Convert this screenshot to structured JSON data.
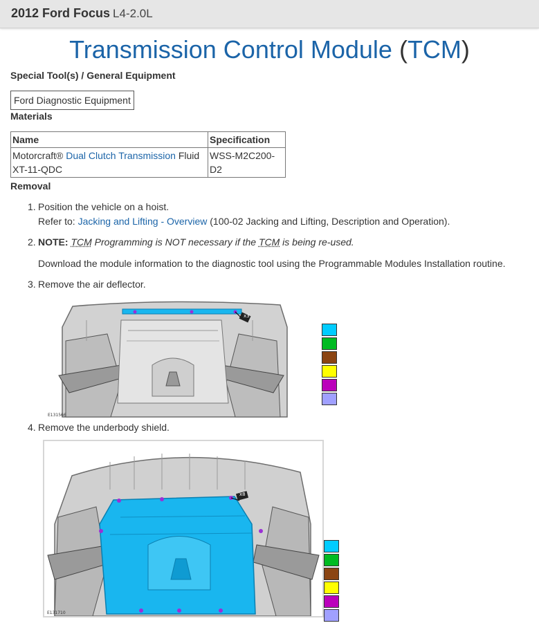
{
  "header": {
    "model": "2012 Ford Focus",
    "engine": "L4-2.0L"
  },
  "page": {
    "title_main": "Transmission Control Module",
    "title_abbr": "TCM"
  },
  "special_tools": {
    "heading": "Special Tool(s) / General Equipment",
    "items": [
      "Ford Diagnostic Equipment"
    ]
  },
  "materials": {
    "heading": "Materials",
    "columns": [
      "Name",
      "Specification"
    ],
    "rows": [
      {
        "name_prefix": "Motorcraft® ",
        "name_link": "Dual Clutch Transmission",
        "name_suffix": " Fluid",
        "name_line2": "XT-11-QDC",
        "spec": "WSS-M2C200-D2"
      }
    ]
  },
  "removal": {
    "heading": "Removal",
    "steps": [
      {
        "num": "1.",
        "text": "Position the vehicle on a hoist.",
        "refer_prefix": "Refer to: ",
        "refer_link": "Jacking and Lifting - Overview",
        "refer_suffix": " (100-02 Jacking and Lifting, Description and Operation)."
      },
      {
        "num": "2.",
        "note_label": "NOTE:",
        "note_abbr": "TCM",
        "note_mid": " Programming is NOT necessary if the ",
        "note_abbr2": "TCM",
        "note_end": " is being re-used.",
        "text": "Download the module information to the diagnostic tool using the Programmable Modules Installation routine."
      },
      {
        "num": "3.",
        "text": "Remove the air deflector."
      },
      {
        "num": "4.",
        "text": "Remove the underbody shield."
      }
    ]
  },
  "figures": [
    {
      "id": "E131566",
      "callout": "x3"
    },
    {
      "id": "E131710",
      "callout": "x8"
    }
  ],
  "legend_colors": [
    "#00ccff",
    "#00bb22",
    "#8b4513",
    "#ffff00",
    "#bb00bb",
    "#a0a0ff"
  ],
  "colors": {
    "link": "#1b64a8",
    "highlight": "#19b6ef",
    "fastener": "#9b2fd6"
  }
}
